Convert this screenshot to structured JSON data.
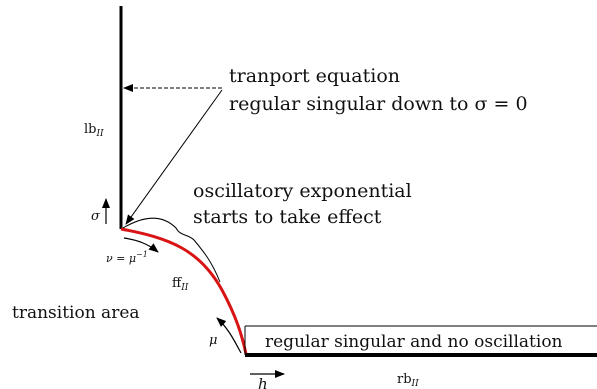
{
  "annotations": {
    "transport_line1": "tranport equation",
    "transport_line2": "regular singular down to σ = 0",
    "oscillatory_line1": "oscillatory exponential",
    "oscillatory_line2": "starts to take effect",
    "no_oscillation": "regular singular and no oscillation",
    "transition_area": "transition area"
  },
  "boundary_labels": {
    "lb": "lb",
    "lb_sub": "II",
    "ff": "ff",
    "ff_sub": "II",
    "rb": "rb",
    "rb_sub": "II"
  },
  "coordinate_labels": {
    "sigma": "σ",
    "nu": "ν = μ",
    "nu_sup": "−1",
    "mu": "μ",
    "h": "h"
  },
  "colors": {
    "front_face": "#d81414",
    "lines": "#000000",
    "text": "#111111"
  }
}
